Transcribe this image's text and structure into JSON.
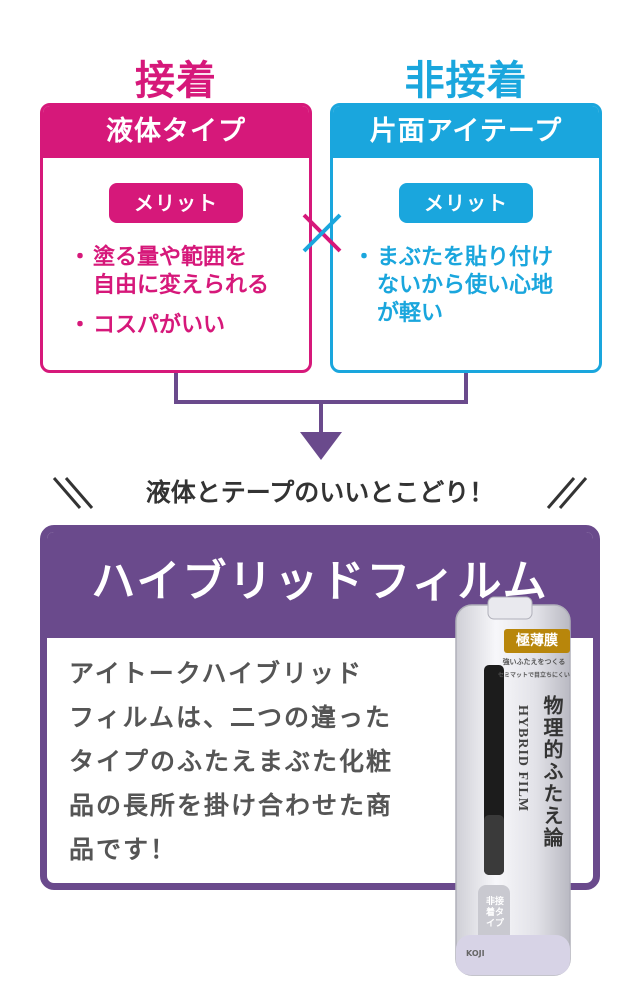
{
  "left": {
    "category": "接着",
    "type_label": "液体タイプ",
    "merit_label": "メリット",
    "bullets": [
      "塗る量や範囲を\n自由に変えられる",
      "コスパがいい"
    ]
  },
  "right": {
    "category": "非接着",
    "type_label": "片面アイテープ",
    "merit_label": "メリット",
    "bullets": [
      "まぶたを貼り付け\nないから使い心地\nが軽い"
    ]
  },
  "tagline": "液体とテープのいいとこどり！",
  "product": {
    "title": "ハイブリッドフィルム",
    "description": "アイトークハイブリッド\nフィルムは、二つの違った\nタイプのふたえまぶた化粧\n品の長所を掛け合わせた商\n品です！",
    "package_labels": {
      "badge": "極薄膜",
      "sub1": "強いふたえをつくる",
      "sub2": "セミマットで目立ちにくい",
      "vertical_jp": "物理的ふたえ論",
      "vertical_en": "HYBRID FILM",
      "bottom": "非接着タイプ",
      "brand": "KOJI"
    }
  },
  "colors": {
    "magenta": "#d6187a",
    "cyan": "#1aa6dd",
    "purple": "#6a4a8c",
    "text_gray": "#555555"
  }
}
